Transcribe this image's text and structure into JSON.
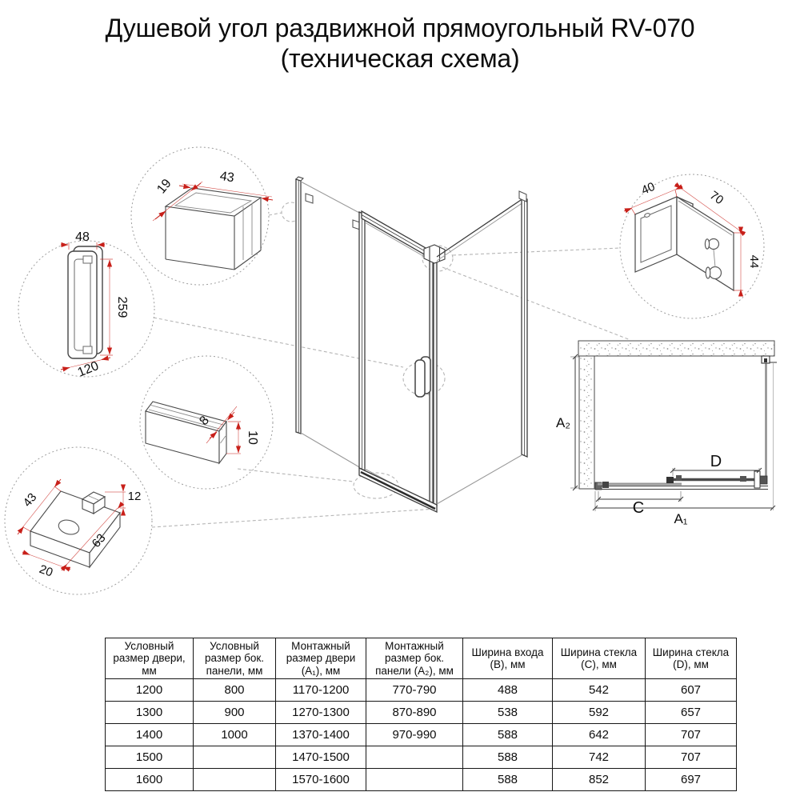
{
  "title": {
    "line1": "Душевой угол раздвижной прямоугольный RV-070",
    "line2": "(техническая схема)"
  },
  "colors": {
    "accent_red": "#c8201a",
    "line_dark": "#3d3d3d",
    "line_light": "#9a9a9a"
  },
  "diagram": {
    "details": {
      "wall_profile": {
        "depth": "19",
        "width": "43"
      },
      "handle": {
        "width": "48",
        "height": "259",
        "base": "120"
      },
      "bottom_rail": {
        "width": "8",
        "height": "10"
      },
      "floor_bracket": {
        "depth": "43",
        "clip_height": "12",
        "length": "63",
        "front": "20"
      },
      "corner_bracket": {
        "width": "40",
        "length": "70",
        "height": "44"
      }
    },
    "plan": {
      "a2": "A₂",
      "d": "D",
      "c": "C",
      "a1": "A₁"
    }
  },
  "table": {
    "headers": [
      "Условный размер двери, мм",
      "Условный размер бок. панели, мм",
      "Монтажный размер двери (A₁), мм",
      "Монтажный размер бок. панели (A₂), мм",
      "Ширина входа (B), мм",
      "Ширина стекла (C), мм",
      "Ширина стекла (D), мм"
    ],
    "rows": [
      [
        "1200",
        "800",
        "1170-1200",
        "770-790",
        "488",
        "542",
        "607"
      ],
      [
        "1300",
        "900",
        "1270-1300",
        "870-890",
        "538",
        "592",
        "657"
      ],
      [
        "1400",
        "1000",
        "1370-1400",
        "970-990",
        "588",
        "642",
        "707"
      ],
      [
        "1500",
        "",
        "1470-1500",
        "",
        "588",
        "742",
        "707"
      ],
      [
        "1600",
        "",
        "1570-1600",
        "",
        "588",
        "852",
        "697"
      ]
    ]
  }
}
